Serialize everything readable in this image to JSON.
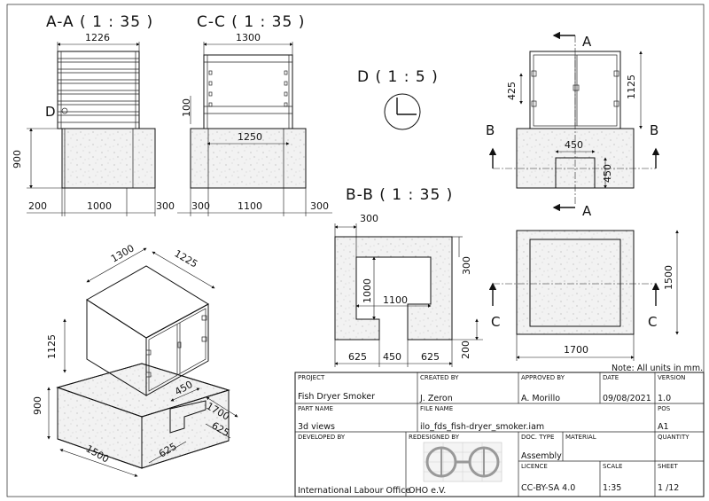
{
  "views": {
    "aa_title": "A-A ( 1 : 35 )",
    "cc_title": "C-C ( 1 : 35 )",
    "d_title": "D ( 1 : 5 )",
    "bb_title": "B-B ( 1 : 35 )"
  },
  "dims": {
    "aa_width": "1226",
    "aa_height": "900",
    "aa_left": "200",
    "aa_center": "1000",
    "aa_right": "300",
    "aa_detail": "D",
    "cc_width": "1300",
    "cc_inner": "1250",
    "cc_100": "100",
    "cc_left": "300",
    "cc_center": "1100",
    "cc_right": "300",
    "fr_425": "425",
    "fr_1125": "1125",
    "fr_450": "450",
    "fr_450v": "450",
    "sec_a": "A",
    "sec_b": "B",
    "sec_c": "C",
    "bb_300top": "300",
    "bb_1000": "1000",
    "bb_1100": "1100",
    "bb_300r": "300",
    "bb_200": "200",
    "bb_625a": "625",
    "bb_450": "450",
    "bb_625b": "625",
    "pl_1500": "1500",
    "pl_1700": "1700",
    "iso_1300": "1300",
    "iso_1225": "1225",
    "iso_1125": "1125",
    "iso_900": "900",
    "iso_450": "450",
    "iso_1700": "1700",
    "iso_625a": "625",
    "iso_625b": "625",
    "iso_1500": "1500"
  },
  "note": "Note: All units in mm.",
  "title_block": {
    "project_label": "PROJECT",
    "project": "Fish Dryer Smoker",
    "created_label": "CREATED BY",
    "created": "J. Zeron",
    "approved_label": "APPROVED BY",
    "approved": "A. Morillo",
    "date_label": "DATE",
    "date": "09/08/2021",
    "version_label": "VERSION",
    "version": "1.0",
    "part_label": "PART NAME",
    "part": "3d views",
    "file_label": "FILE NAME",
    "file": "ilo_fds_fish-dryer_smoker.iam",
    "pos_label": "POS",
    "pos": "A1",
    "developed_label": "DEVELOPED BY",
    "developed": "International Labour Office",
    "redesigned_label": "REDESIGNED BY",
    "redesigned": "OHO e.V.",
    "doctype_label": "DOC. TYPE",
    "doctype": "Assembly",
    "material_label": "MATERIAL",
    "quantity_label": "QUANTITY",
    "licence_label": "LICENCE",
    "licence": "CC-BY-SA 4.0",
    "scale_label": "SCALE",
    "scale": "1:35",
    "sheet_label": "SHEET",
    "sheet": "1 /12"
  }
}
